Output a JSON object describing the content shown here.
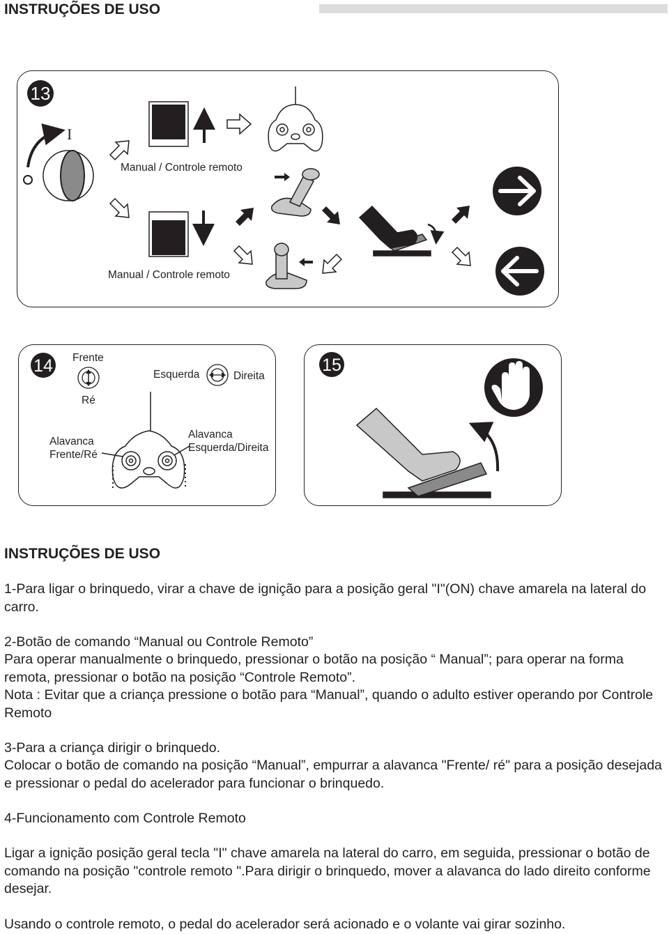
{
  "header": {
    "title": "INSTRUÇÕES DE USO"
  },
  "fig13": {
    "number": "13",
    "ignition_label": "I",
    "button_label_top": "Manual / Controle remoto",
    "button_label_bottom": "Manual / Controle remoto"
  },
  "fig14": {
    "number": "14",
    "forward": "Frente",
    "reverse": "Ré",
    "left": "Esquerda",
    "right": "Direita",
    "lever_fwd_rev": "Alavanca Frente/Ré",
    "lever_left_right": "Alavanca Esquerda/Direita"
  },
  "fig15": {
    "number": "15"
  },
  "instructions": {
    "title": "INSTRUÇÕES DE USO",
    "p1": "1-Para ligar o brinquedo, virar a chave de ignição para a posição geral \"I\"(ON) chave amarela na lateral do carro.",
    "p2a": "2-Botão  de comando “Manual ou Controle Remoto”",
    "p2b": "Para operar manualmente o brinquedo, pressionar o botão na posição “ Manual”;  para operar na forma remota, pressionar o botão na posição “Controle Remoto”.",
    "p2c": "Nota : Evitar que a criança pressione o botão para “Manual”, quando o adulto estiver operando por Controle Remoto",
    "p3a": "3-Para a criança dirigir o brinquedo.",
    "p3b": "Colocar o botão de comando na posição “Manual”, empurrar a alavanca \"Frente/ ré\" para a posição desejada e pressionar o pedal do acelerador para funcionar o brinquedo.",
    "p4a": "4-Funcionamento com Controle Remoto",
    "p4b": "Ligar a ignição posição geral tecla \"I\" chave amarela na lateral do carro, em seguida, pressionar o botão de comando na posição \"controle remoto \".Para dirigir o brinquedo, mover a alavanca do lado direito conforme desejar.",
    "p5": "Usando o controle remoto, o pedal do acelerador será acionado e o volante vai girar sozinho."
  }
}
